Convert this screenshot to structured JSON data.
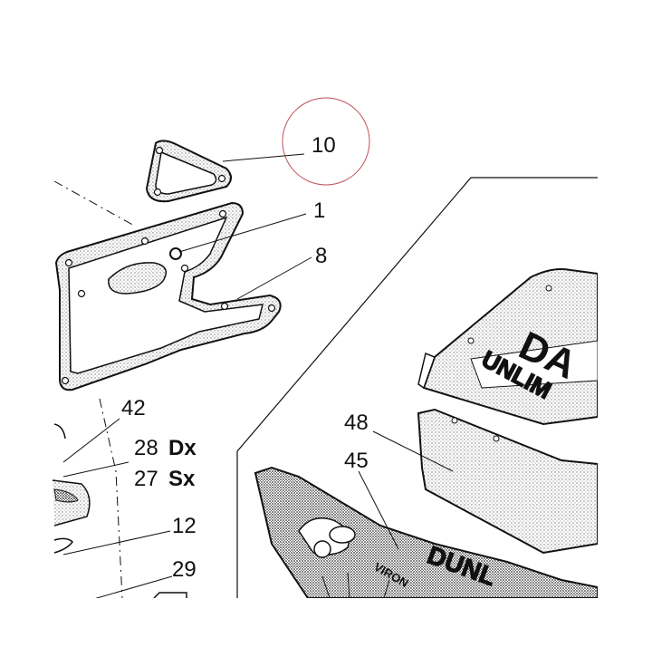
{
  "callouts": {
    "c10": "10",
    "c1": "1",
    "c8": "8",
    "c42": "42",
    "c28": "28",
    "c28_side": "Dx",
    "c27": "27",
    "c27_side": "Sx",
    "c12": "12",
    "c29": "29",
    "c48": "48",
    "c45": "45"
  },
  "decals": {
    "fairing_text_1": "DA",
    "fairing_text_2": "UNLIM",
    "fairing_text_3": "DUNL",
    "fairing_text_4": "VIRON"
  },
  "colors": {
    "line": "#111111",
    "highlight_circle": "#c0505a",
    "paper": "#ffffff",
    "stipple": "#9a9a9a"
  }
}
